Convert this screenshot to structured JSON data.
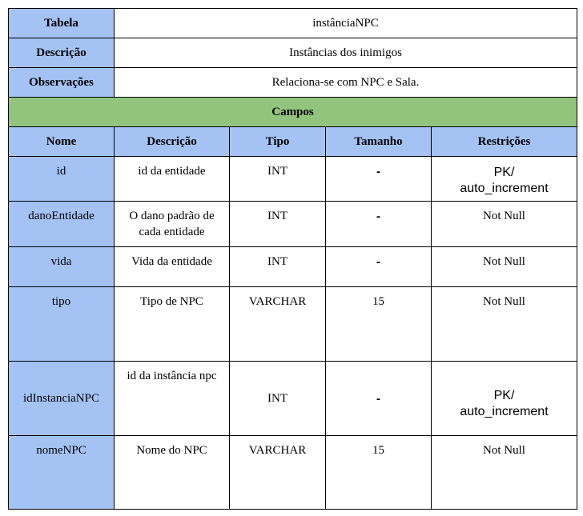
{
  "meta": {
    "table_label": "Tabela",
    "table_value": "instânciaNPC",
    "description_label": "Descrição",
    "description_value": "Instâncias dos inimigos",
    "notes_label": "Observações",
    "notes_value": "Relaciona-se com NPC e Sala."
  },
  "section_title": "Campos",
  "columns": [
    "Nome",
    "Descrição",
    "Tipo",
    "Tamanho",
    "Restrições"
  ],
  "rows": [
    {
      "name": "id",
      "description": "id da entidade",
      "type": "INT",
      "size": "-",
      "restriction": "PK/\nauto_increment"
    },
    {
      "name": "danoEntidade",
      "description": "O dano padrão de cada entidade",
      "type": "INT",
      "size": "-",
      "restriction": "Not Null"
    },
    {
      "name": "vida",
      "description": "Vida da entidade",
      "type": "INT",
      "size": "-",
      "restriction": "Not Null"
    },
    {
      "name": "tipo",
      "description": "Tipo de NPC",
      "type": "VARCHAR",
      "size": "15",
      "restriction": "Not Null"
    },
    {
      "name": "idInstanciaNPC",
      "description": "id da instância npc",
      "type": "INT",
      "size": "-",
      "restriction": "PK/\nauto_increment"
    },
    {
      "name": "nomeNPC",
      "description": "Nome do NPC",
      "type": "VARCHAR",
      "size": "15",
      "restriction": "Not Null"
    }
  ]
}
